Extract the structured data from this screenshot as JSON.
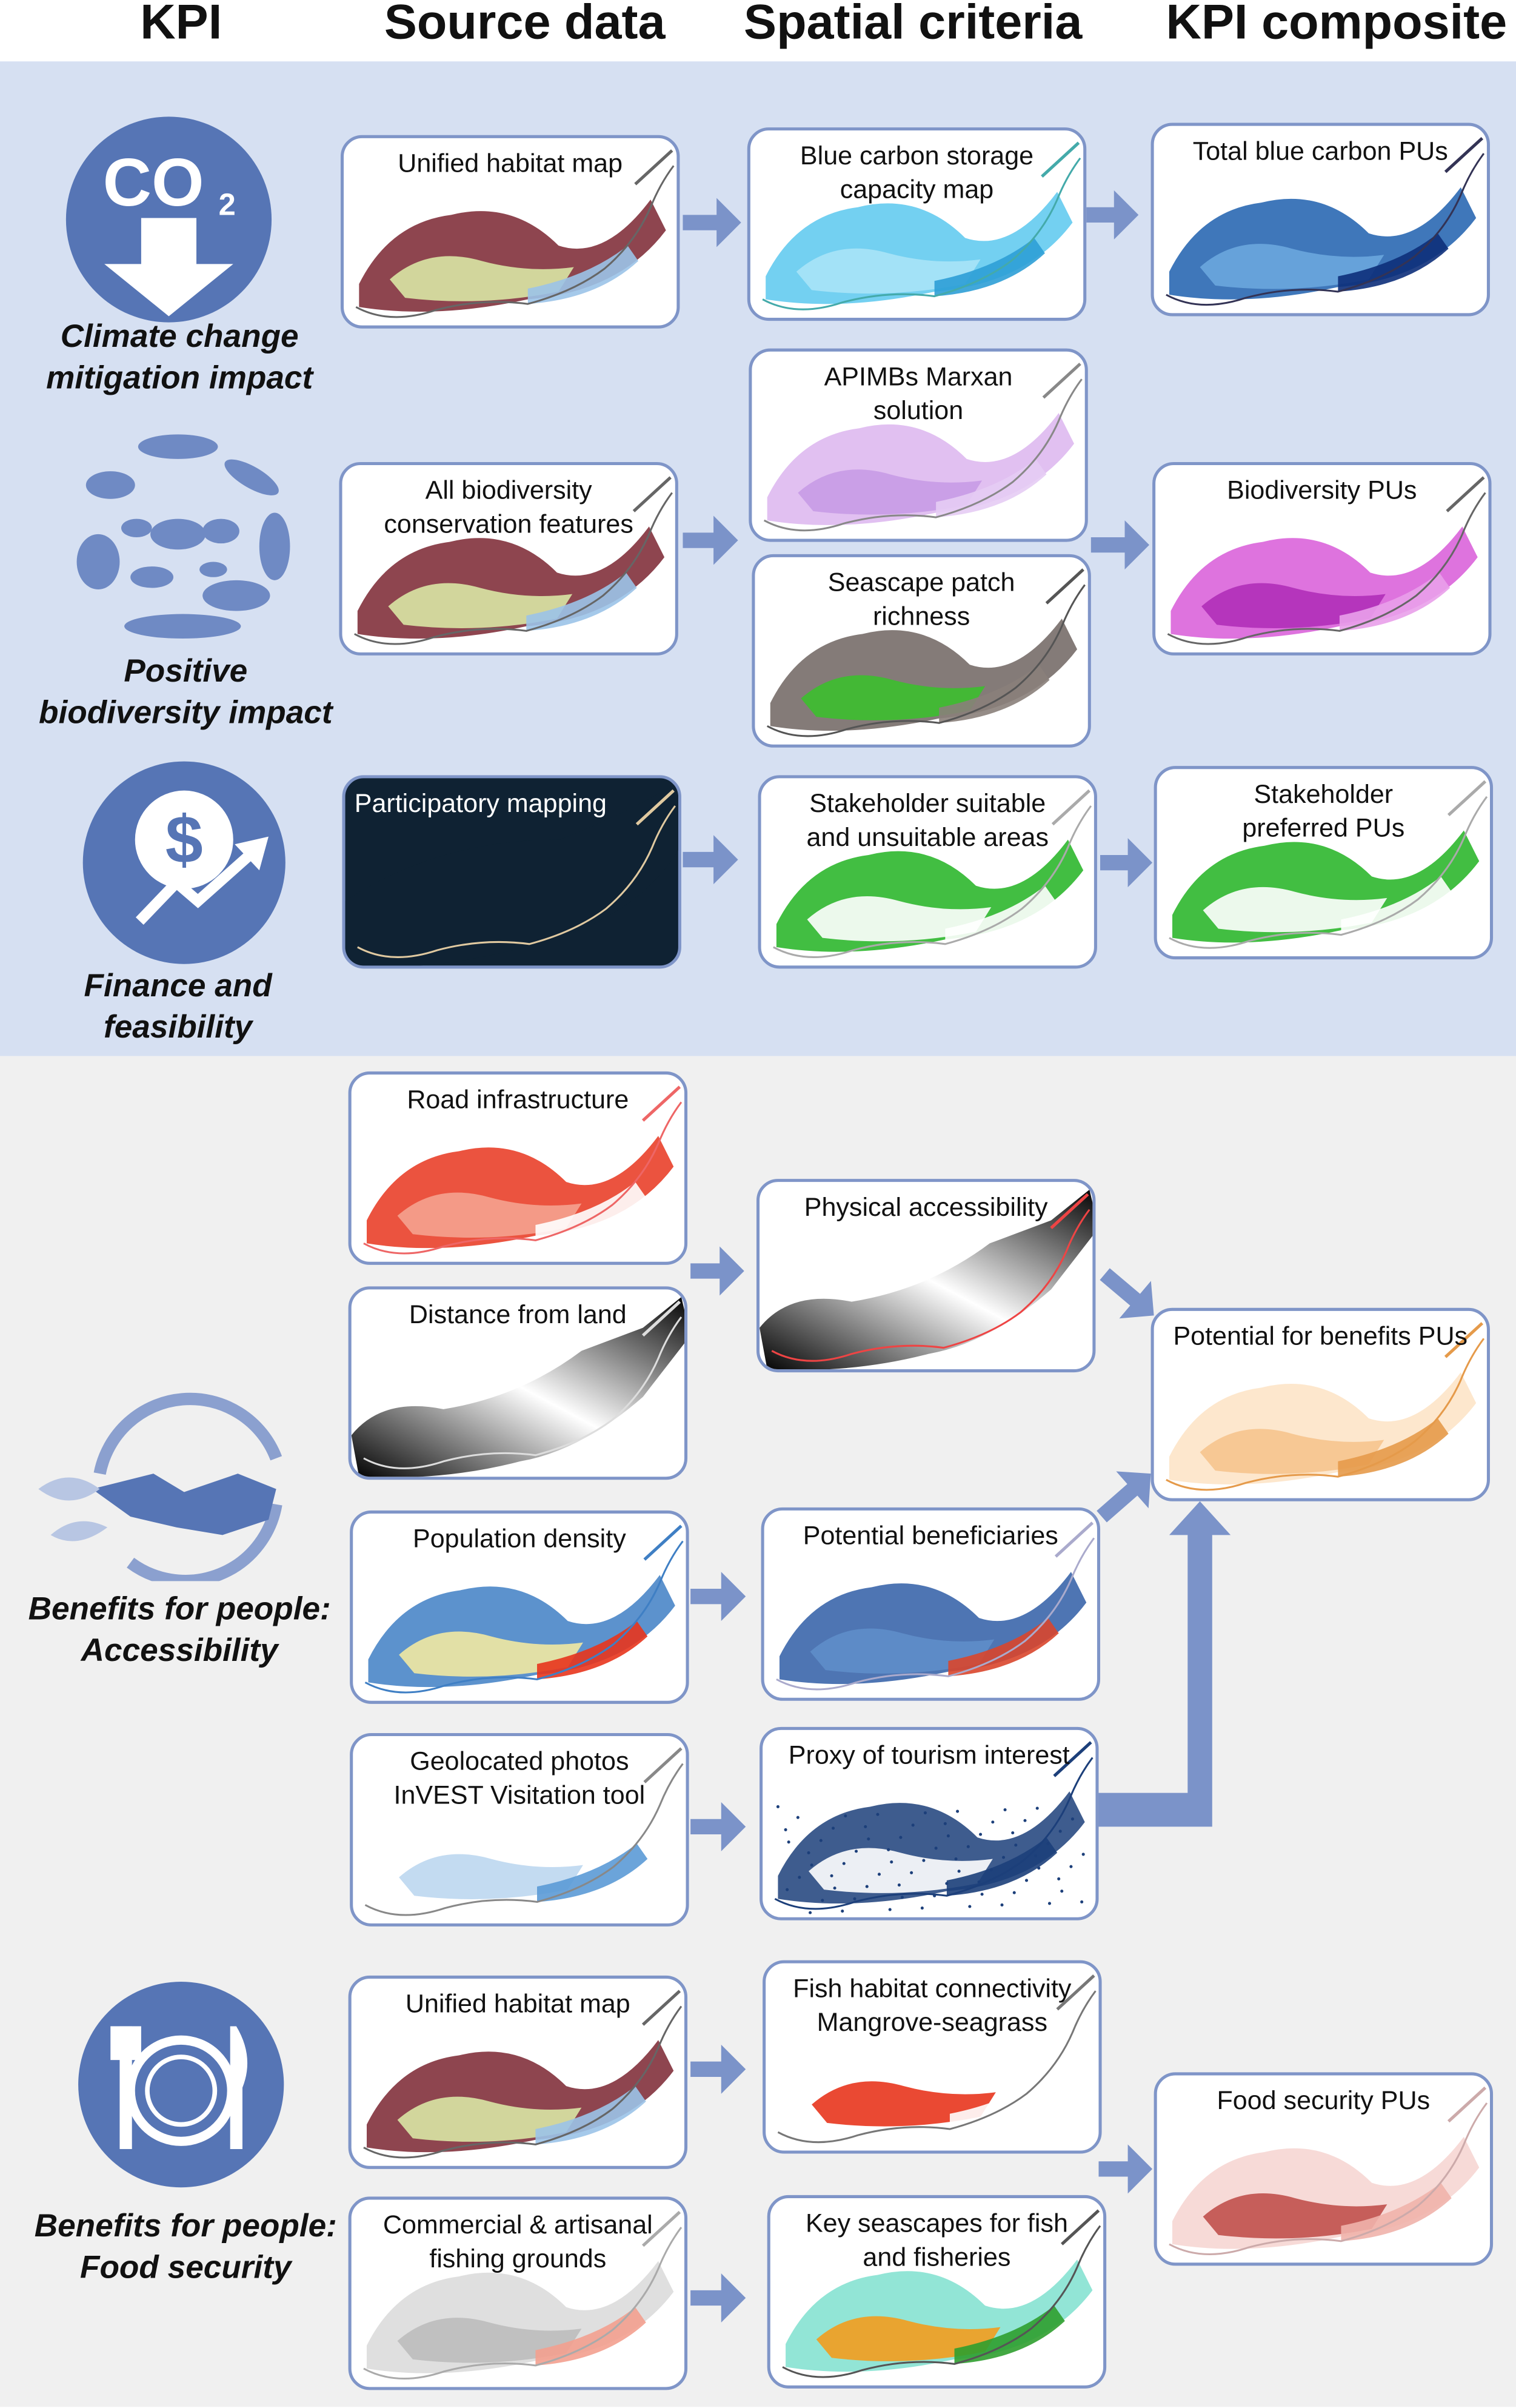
{
  "headers": {
    "kpi": "KPI",
    "source": "Source data",
    "spatial": "Spatial criteria",
    "composite": "KPI composite"
  },
  "colors": {
    "top_panel": "#d6e0f2",
    "bottom_panel": "#f0f0f0",
    "box_border": "#7f95c8",
    "arrow": "#7b93c9",
    "icon": "#5675b5"
  },
  "kpis": [
    {
      "id": "climate",
      "label": "Climate change\nmitigation impact",
      "icon": "co2-icon",
      "icon_text": "CO",
      "icon_sub": "2"
    },
    {
      "id": "biodiversity",
      "label": "Positive\nbiodiversity impact",
      "icon": "marine-animals-icon"
    },
    {
      "id": "finance",
      "label": "Finance and\nfeasibility",
      "icon": "finance-dollar-icon",
      "icon_text": "$"
    },
    {
      "id": "access",
      "label": "Benefits for people:\nAccessibility",
      "icon": "handshake-icon"
    },
    {
      "id": "food",
      "label": "Benefits for people:\nFood security",
      "icon": "plate-fork-knife-icon"
    }
  ],
  "boxes": [
    {
      "id": "unified1",
      "label": "Unified habitat map",
      "column": "source",
      "map": "habitat"
    },
    {
      "id": "bluecarbon",
      "label": "Blue carbon storage\ncapacity map",
      "column": "spatial",
      "map": "lightblue"
    },
    {
      "id": "totalblue",
      "label": "Total blue carbon PUs",
      "column": "composite",
      "map": "darkblue"
    },
    {
      "id": "allbio",
      "label": "All biodiversity\nconservation features",
      "column": "source",
      "map": "habitat"
    },
    {
      "id": "apimbs",
      "label": "APIMBs Marxan\nsolution",
      "column": "spatial",
      "map": "lilac"
    },
    {
      "id": "seascape",
      "label": "Seascape patch\nrichness",
      "column": "spatial",
      "map": "green"
    },
    {
      "id": "biopus",
      "label": "Biodiversity PUs",
      "column": "composite",
      "map": "magenta"
    },
    {
      "id": "participatory",
      "label": "Participatory mapping",
      "column": "source",
      "map": "navy"
    },
    {
      "id": "stakesuit",
      "label": "Stakeholder suitable\nand unsuitable areas",
      "column": "spatial",
      "map": "outline-green"
    },
    {
      "id": "stakepref",
      "label": "Stakeholder\npreferred PUs",
      "column": "composite",
      "map": "outline-green"
    },
    {
      "id": "road",
      "label": "Road infrastructure",
      "column": "source",
      "map": "red"
    },
    {
      "id": "distance",
      "label": "Distance from land",
      "column": "source",
      "map": "gradient"
    },
    {
      "id": "physical",
      "label": "Physical accessibility",
      "column": "spatial",
      "map": "gradient-red"
    },
    {
      "id": "potbenefits",
      "label": "Potential for benefits PUs",
      "column": "composite",
      "map": "peach"
    },
    {
      "id": "population",
      "label": "Population density",
      "column": "source",
      "map": "popdens"
    },
    {
      "id": "beneficiaries",
      "label": "Potential beneficiaries",
      "column": "spatial",
      "map": "heat"
    },
    {
      "id": "geophotos",
      "label": "Geolocated photos\nInVEST Visitation tool",
      "column": "source",
      "map": "outline-blue"
    },
    {
      "id": "tourism",
      "label": "Proxy of tourism interest",
      "column": "spatial",
      "map": "dots"
    },
    {
      "id": "unified2",
      "label": "Unified habitat map",
      "column": "source",
      "map": "habitat"
    },
    {
      "id": "fishconn",
      "label": "Fish habitat connectivity\nMangrove-seagrass",
      "column": "spatial",
      "map": "outline-red"
    },
    {
      "id": "fishing",
      "label": "Commercial & artisanal\nfishing grounds",
      "column": "source",
      "map": "grey"
    },
    {
      "id": "keyseascapes",
      "label": "Key seascapes for fish\nand fisheries",
      "column": "spatial",
      "map": "multi"
    },
    {
      "id": "foodpus",
      "label": "Food security PUs",
      "column": "composite",
      "map": "pink"
    }
  ]
}
